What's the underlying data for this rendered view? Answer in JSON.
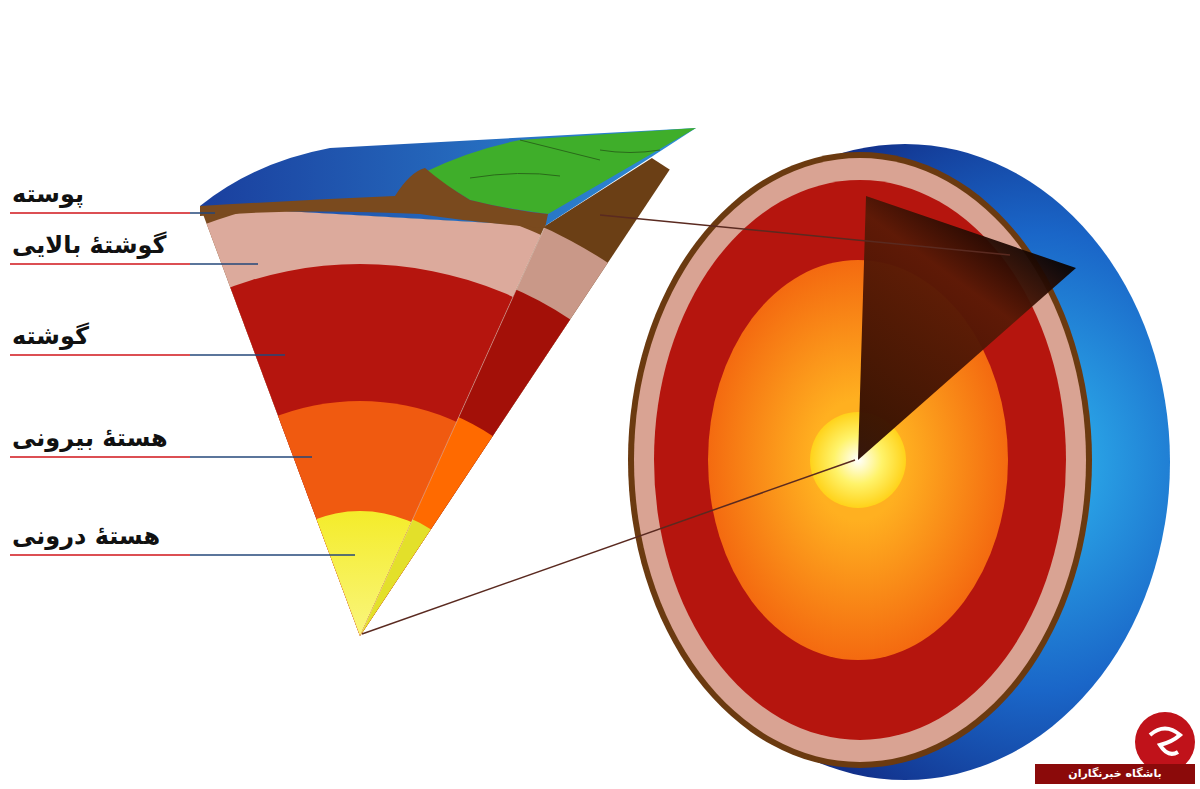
{
  "diagram": {
    "labels": [
      "پوسته",
      "گوشتهٔ بالایی",
      "گوشته",
      "هستهٔ بیرونی",
      "هستهٔ درونی",
      "باشگاه خبرنگاران"
    ]
  }
}
